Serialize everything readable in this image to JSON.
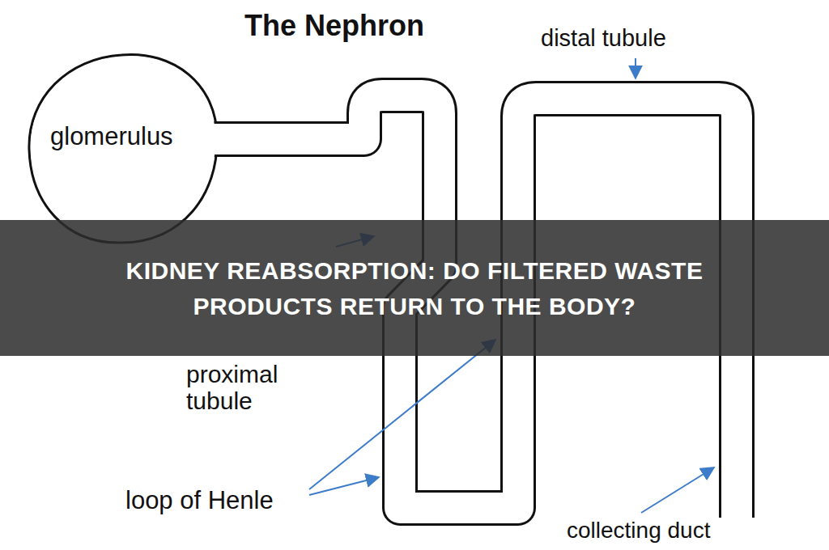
{
  "diagram": {
    "title": "The Nephron",
    "caption": "KIDNEY REABSORPTION: DO FILTERED WASTE PRODUCTS RETURN TO THE BODY?",
    "labels": [
      "glomerulus",
      "proximal tubule",
      "loop of Henle",
      "distal tubule",
      "collecting duct"
    ]
  }
}
